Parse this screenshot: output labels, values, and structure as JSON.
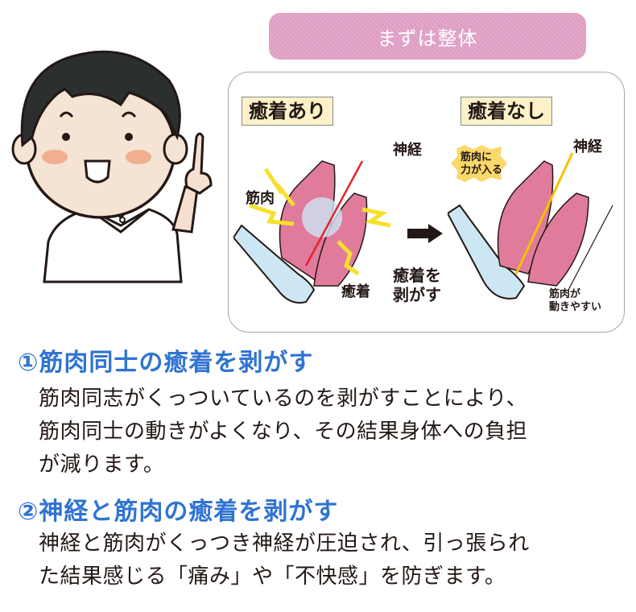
{
  "banner": {
    "title": "まずは整体",
    "color": "#e3a2c8"
  },
  "character": {
    "description": "smiling therapist pointing up",
    "icon": "therapist-character"
  },
  "diagram": {
    "before": {
      "label": "癒着あり",
      "annotations": {
        "nerve": "神経",
        "muscle": "筋肉",
        "adhesion": "癒着"
      }
    },
    "arrow_caption": [
      "癒着を",
      "剥がす"
    ],
    "after": {
      "label": "癒着なし",
      "annotations": {
        "nerve": "神経",
        "burst": [
          "筋肉に",
          "力が入る"
        ],
        "movement": [
          "筋肉が",
          "動きやすい"
        ]
      }
    },
    "colors": {
      "muscle": "#e07b9c",
      "bone": "#cde6f4",
      "nerve_before": "#e5232d",
      "nerve_after": "#f5c200",
      "lightning": "#f7e02b",
      "label_bg": "#fcf1c8"
    }
  },
  "sections": [
    {
      "title": "①筋肉同士の癒着を剥がす",
      "lines": [
        "筋肉同志がくっついているのを剥がすことにより、",
        "筋肉同士の動きがよくなり、その結果身体への負担",
        "が減ります。"
      ]
    },
    {
      "title": "②神経と筋肉の癒着を剥がす",
      "lines": [
        "神経と筋肉がくっつき神経が圧迫され、引っ張られ",
        "た結果感じる「痛み」や「不快感」を防ぎます。"
      ]
    }
  ],
  "accent_color": "#2f74d1"
}
